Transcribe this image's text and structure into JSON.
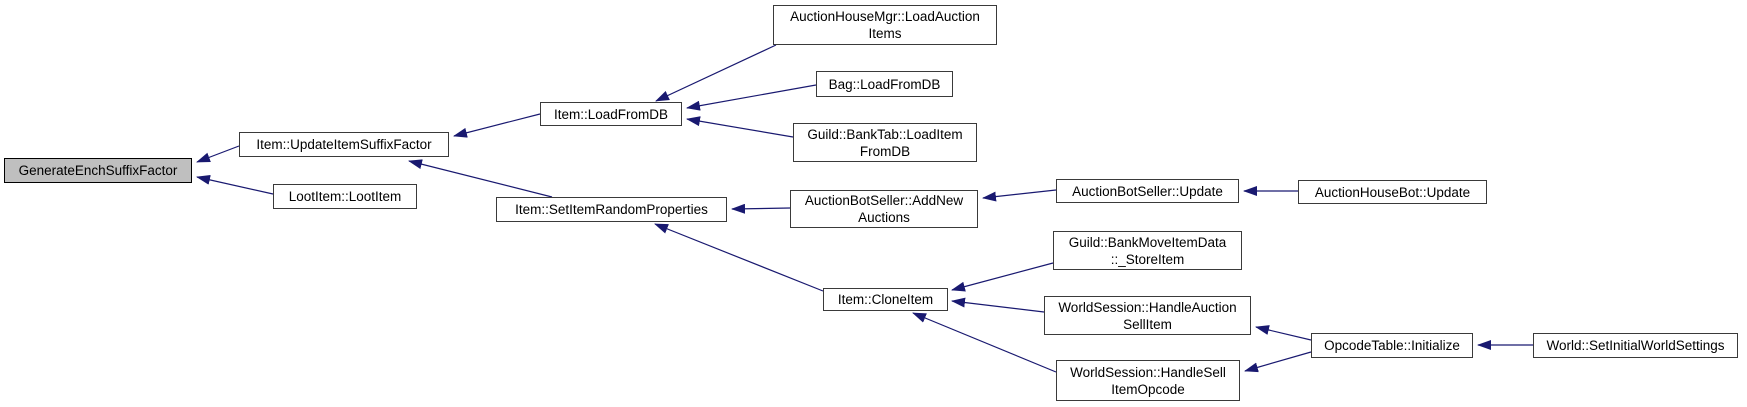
{
  "diagram": {
    "type": "doxygen-caller-graph",
    "root_function": "GenerateEnchSuffixFactor",
    "nodes": {
      "generate_ench_suffix_factor": {
        "label": "GenerateEnchSuffixFactor",
        "highlighted": true
      },
      "update_item_suffix_factor": {
        "label": "Item::UpdateItemSuffixFactor"
      },
      "loot_item": {
        "label": "LootItem::LootItem"
      },
      "load_from_db": {
        "label": "Item::LoadFromDB"
      },
      "load_auction_items": {
        "label": "AuctionHouseMgr::LoadAuction\nItems"
      },
      "bag_load_from_db": {
        "label": "Bag::LoadFromDB"
      },
      "bank_tab_load_item": {
        "label": "Guild::BankTab::LoadItem\nFromDB"
      },
      "set_item_random_properties": {
        "label": "Item::SetItemRandomProperties"
      },
      "add_new_auctions": {
        "label": "AuctionBotSeller::AddNew\nAuctions"
      },
      "auction_bot_seller_update": {
        "label": "AuctionBotSeller::Update"
      },
      "auction_house_bot_update": {
        "label": "AuctionHouseBot::Update"
      },
      "clone_item": {
        "label": "Item::CloneItem"
      },
      "bank_move_store_item": {
        "label": "Guild::BankMoveItemData\n::_StoreItem"
      },
      "handle_auction_sell_item": {
        "label": "WorldSession::HandleAuction\nSellItem"
      },
      "handle_sell_item_opcode": {
        "label": "WorldSession::HandleSell\nItemOpcode"
      },
      "opcode_table_initialize": {
        "label": "OpcodeTable::Initialize"
      },
      "set_initial_world_settings": {
        "label": "World::SetInitialWorldSettings"
      }
    },
    "colors": {
      "edge-color": "#191970",
      "node-border-color": "#3a3a3a",
      "node-fill": "#ffffff",
      "highlight-fill": "#bfbfbf",
      "highlight-border": "#000000",
      "text-color": "#000000",
      "background": "#ffffff"
    }
  }
}
